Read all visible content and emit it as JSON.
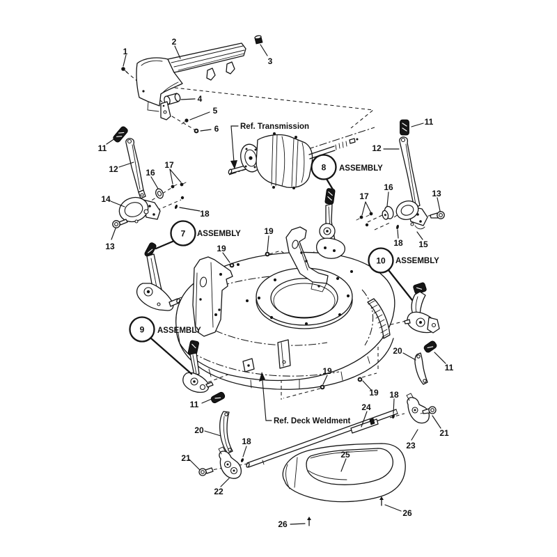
{
  "diagram": {
    "assembly_label": "ASSEMBLY",
    "references": {
      "transmission": "Ref. Transmission",
      "deck_weldment": "Ref. Deck Weldment"
    },
    "assemblies": {
      "a7": "7",
      "a8": "8",
      "a9": "9",
      "a10": "10"
    },
    "parts": {
      "p1": "1",
      "p2": "2",
      "p3": "3",
      "p4": "4",
      "p5": "5",
      "p6": "6",
      "p11": "11",
      "p12": "12",
      "p13": "13",
      "p14": "14",
      "p15": "15",
      "p16": "16",
      "p17": "17",
      "p18": "18",
      "p19": "19",
      "p20": "20",
      "p21": "21",
      "p22": "22",
      "p23": "23",
      "p24": "24",
      "p25": "25",
      "p26": "26"
    },
    "colors": {
      "ink": "#141414",
      "background": "#ffffff"
    }
  }
}
